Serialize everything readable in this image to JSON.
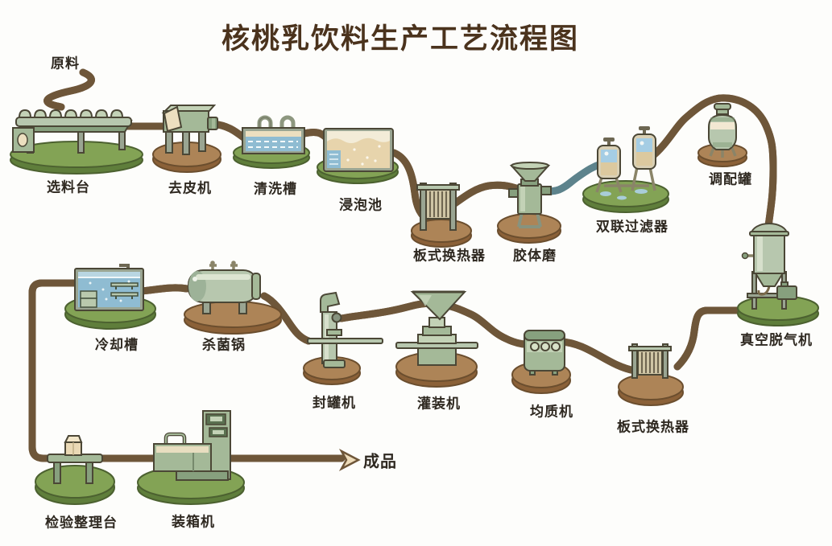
{
  "title": "核桃乳饮料生产工艺流程图",
  "diagram_type": "process-flow",
  "endpoints": {
    "raw_material": "原料",
    "finished_product": "成品"
  },
  "stations": [
    {
      "id": "selection-table",
      "label": "选料台"
    },
    {
      "id": "peeling-machine",
      "label": "去皮机"
    },
    {
      "id": "washing-tank",
      "label": "清洗槽"
    },
    {
      "id": "soaking-pool",
      "label": "浸泡池"
    },
    {
      "id": "plate-heat-exchanger-1",
      "label": "板式换热器"
    },
    {
      "id": "colloid-mill",
      "label": "胶体磨"
    },
    {
      "id": "duplex-filter",
      "label": "双联过滤器"
    },
    {
      "id": "blending-tank",
      "label": "调配罐"
    },
    {
      "id": "vacuum-degasser",
      "label": "真空脱气机"
    },
    {
      "id": "plate-heat-exchanger-2",
      "label": "板式换热器"
    },
    {
      "id": "homogenizer",
      "label": "均质机"
    },
    {
      "id": "filling-machine",
      "label": "灌装机"
    },
    {
      "id": "can-sealing-machine",
      "label": "封罐机"
    },
    {
      "id": "sterilizer",
      "label": "杀菌锅"
    },
    {
      "id": "cooling-tank",
      "label": "冷却槽"
    },
    {
      "id": "inspection-table",
      "label": "检验整理台"
    },
    {
      "id": "packing-machine",
      "label": "装箱机"
    }
  ],
  "colors": {
    "background": "#fdfdfb",
    "title_text": "#4b331d",
    "label_text": "#2e2820",
    "pipe_fill": "#eedcba",
    "pipe_outline": "#6e5639",
    "water_pipe_fill": "#c3dfe2",
    "base_green": "#83a355",
    "base_brown": "#ad8457",
    "machine_green": "#a4b998"
  }
}
